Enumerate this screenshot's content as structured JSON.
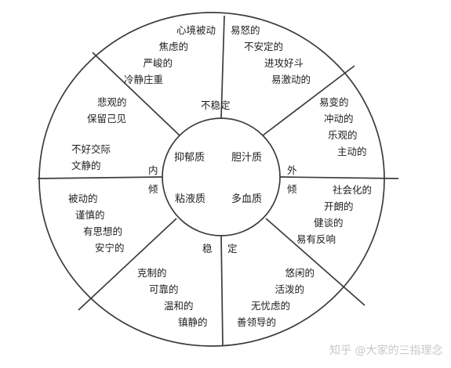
{
  "quadrants": {
    "melancholic": "抑郁质",
    "choleric": "胆汁质",
    "phlegmatic": "粘液质",
    "sanguine": "多血质"
  },
  "axes": {
    "unstable": "不稳定",
    "stable_1": "稳",
    "stable_2": "定",
    "introvert_1": "内",
    "introvert_2": "倾",
    "extrovert_1": "外",
    "extrovert_2": "倾"
  },
  "traits": {
    "top_left": [
      "心境被动",
      "焦虑的",
      "严峻的",
      "冷静庄重"
    ],
    "top_right": [
      "易怒的",
      "不安定的",
      "进攻好斗",
      "易激动的"
    ],
    "upper_left": [
      "悲观的",
      "保留己见"
    ],
    "upper_right": [
      "易变的",
      "冲动的",
      "乐观的",
      "主动的"
    ],
    "left": [
      "不好交际",
      "文静的"
    ],
    "right": [
      "社会化的",
      "开朗的",
      "健谈的",
      "易有反响"
    ],
    "lower_left": [
      "被动的",
      "谨慎的",
      "有思想的",
      "安宁的"
    ],
    "bottom_left": [
      "克制的",
      "可靠的",
      "温和的",
      "镇静的"
    ],
    "bottom_right": [
      "悠闲的",
      "活泼的",
      "无忧虑的",
      "善领导的"
    ]
  },
  "watermark": "知乎 @大家的三指理念"
}
